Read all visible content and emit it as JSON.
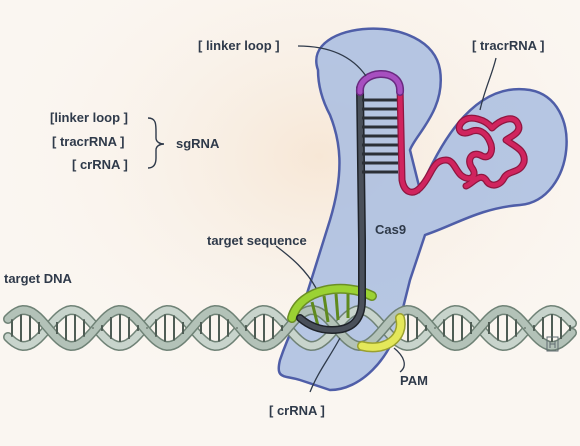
{
  "labels": {
    "linker_loop_top": "[ linker loop ]",
    "tracrrna_top": "[ tracrRNA ]",
    "legend_linker": "[linker loop ]",
    "legend_tracr": "[ tracrRNA ]",
    "legend_crrna": "[ crRNA ]",
    "sgrna": "sgRNA",
    "cas9": "Cas9",
    "target_sequence": "target sequence",
    "target_dna": "target DNA",
    "crrna_bottom": "[ crRNA ]",
    "pam": "PAM"
  },
  "colors": {
    "background": "#faf6f1",
    "cas9_fill": "#a9bde0",
    "cas9_outline": "#4f5ea8",
    "dna_strand": "#a8b8b0",
    "dna_strand_shadow": "#6f8276",
    "linker_loop": "#a74fc0",
    "tracrrna": "#d0245e",
    "crrna": "#3a3f47",
    "target_sequence": "#9bd233",
    "pam": "#e4e85a"
  }
}
